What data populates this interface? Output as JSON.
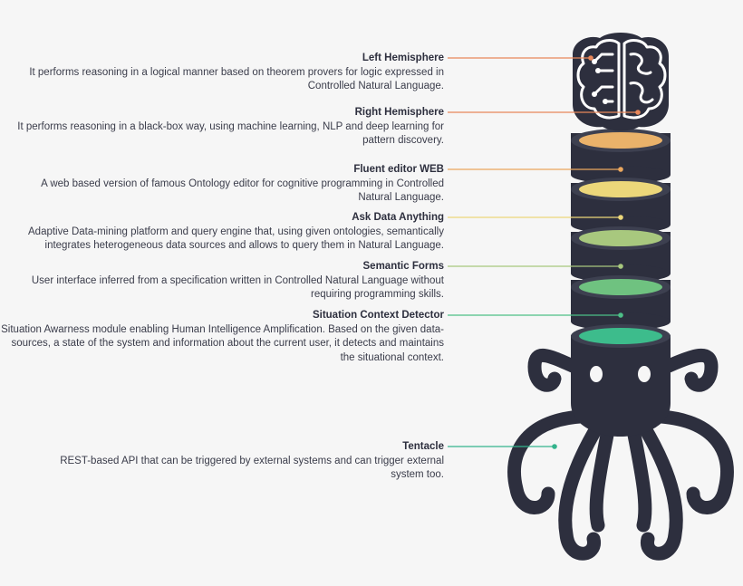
{
  "components": [
    {
      "id": "left",
      "title": "Left Hemisphere",
      "description": "It performs reasoning in a logical manner based on theorem provers for logic expressed in Controlled Natural Language.",
      "color": "#e8875a"
    },
    {
      "id": "right",
      "title": "Right Hemisphere",
      "description": "It performs reasoning in a black-box way, using machine learning, NLP and deep learning for pattern discovery.",
      "color": "#e8875a"
    },
    {
      "id": "fluent",
      "title": "Fluent editor WEB",
      "description": "A web based version of famous Ontology editor for cognitive programming in Controlled Natural Language.",
      "color": "#eba75e"
    },
    {
      "id": "ask",
      "title": "Ask Data Anything",
      "description": "Adaptive Data-mining platform and query engine that, using given ontologies, semantically integrates heterogeneous data sources and allows to query them in Natural Language.",
      "color": "#ecd77a"
    },
    {
      "id": "forms",
      "title": "Semantic Forms",
      "description": "User interface inferred from a specification written in Controlled Natural Language without requiring programming skills.",
      "color": "#a8c87e"
    },
    {
      "id": "sit",
      "title": "Situation Context Detector",
      "description": "Situation Awarness module enabling Human Intelligence Amplification. Based on the given data-sources, a state of the system and information about the current user, it detects and maintains the situational context.",
      "color": "#4dbf87"
    },
    {
      "id": "tent",
      "title": "Tentacle",
      "description": "REST-based API that can be triggered by external systems and can trigger external system too.",
      "color": "#33b38c"
    }
  ],
  "palette": {
    "body": "#2d2f3e",
    "ring_top": "#3d4050",
    "disc_1": "#eab26a",
    "disc_2": "#ecd77a",
    "disc_3": "#a8c87e",
    "disc_4": "#6fc280",
    "disc_5": "#3dbc8c"
  },
  "icons": [
    "brain-icon",
    "octopus-icon"
  ]
}
